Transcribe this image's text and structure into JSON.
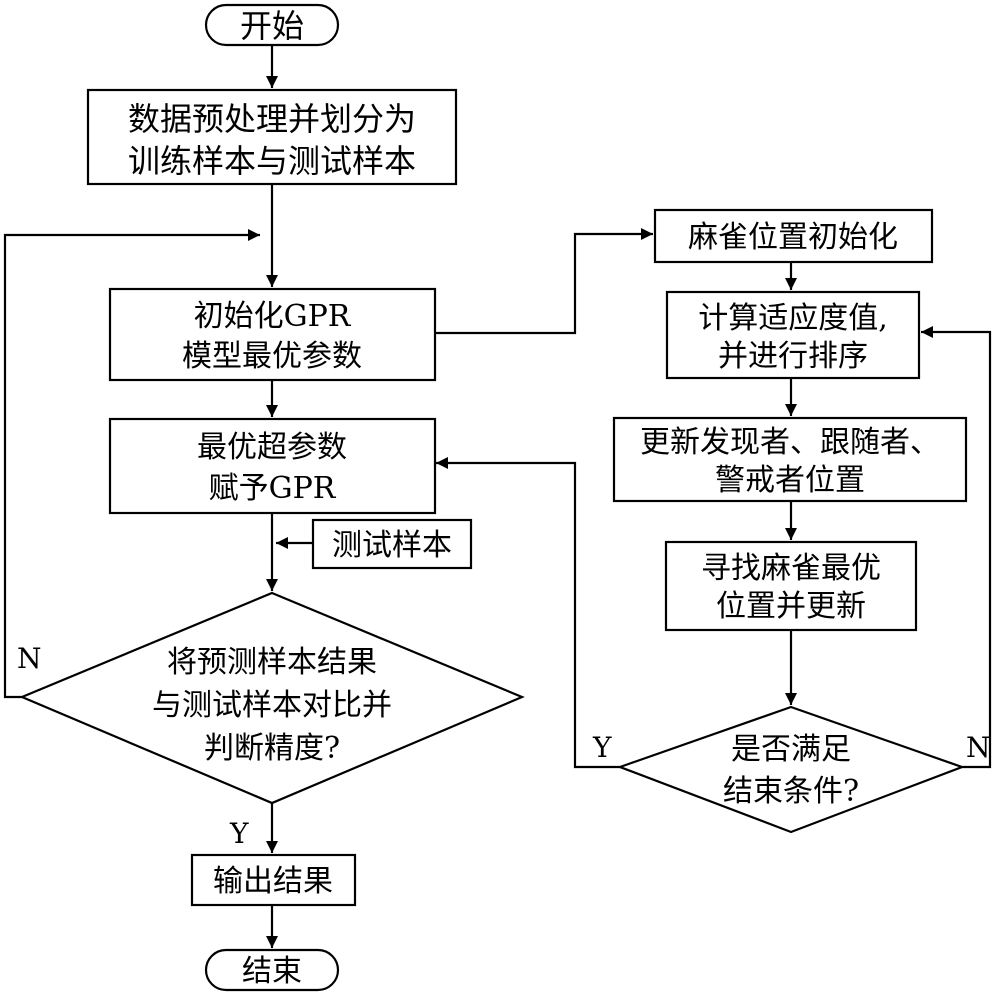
{
  "nodes": {
    "start": "开始",
    "preprocess": [
      "数据预处理并划分为",
      "训练样本与测试样本"
    ],
    "init_gpr": [
      "初始化GPR",
      "模型最优参数"
    ],
    "assign_gpr": [
      "最优超参数",
      "赋予GPR"
    ],
    "test_samples": "测试样本",
    "judge": [
      "将预测样本结果",
      "与测试样本对比并",
      "判断精度?"
    ],
    "output": "输出结果",
    "end": "结束",
    "sparrow_init": "麻雀位置初始化",
    "fitness": [
      "计算适应度值,",
      "并进行排序"
    ],
    "update": [
      "更新发现者、跟随者、",
      "警戒者位置"
    ],
    "find_best": [
      "寻找麻雀最优",
      "位置并更新"
    ],
    "stop_check": [
      "是否满足",
      "结束条件?"
    ]
  },
  "edge_labels": {
    "judge_no": "N",
    "judge_yes": "Y",
    "stop_yes": "Y",
    "stop_no": "N"
  }
}
